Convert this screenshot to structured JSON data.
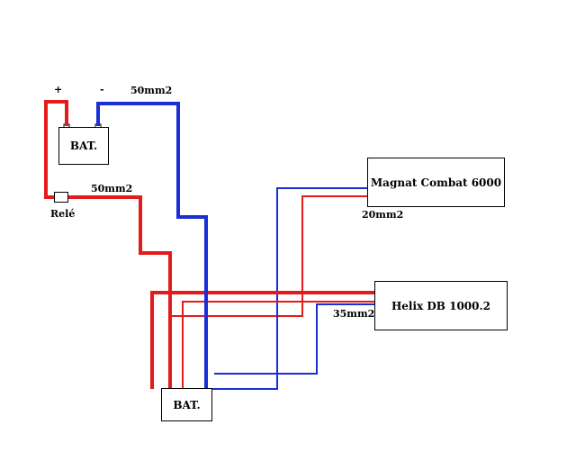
{
  "colors": {
    "positive": "#e31b1b",
    "negative": "#1a2ed6",
    "outline": "#000000"
  },
  "labels": {
    "plus": "+",
    "minus": "-",
    "main_cable": "50mm2",
    "relay": "Relé",
    "relay_cable": "50mm2",
    "amp1_cable": "20mm2",
    "amp2_cable": "35mm2"
  },
  "components": {
    "battery_main": "BAT.",
    "battery_second": "BAT.",
    "amp1": "Magnat Combat 6000",
    "amp2": "Helix DB 1000.2"
  }
}
